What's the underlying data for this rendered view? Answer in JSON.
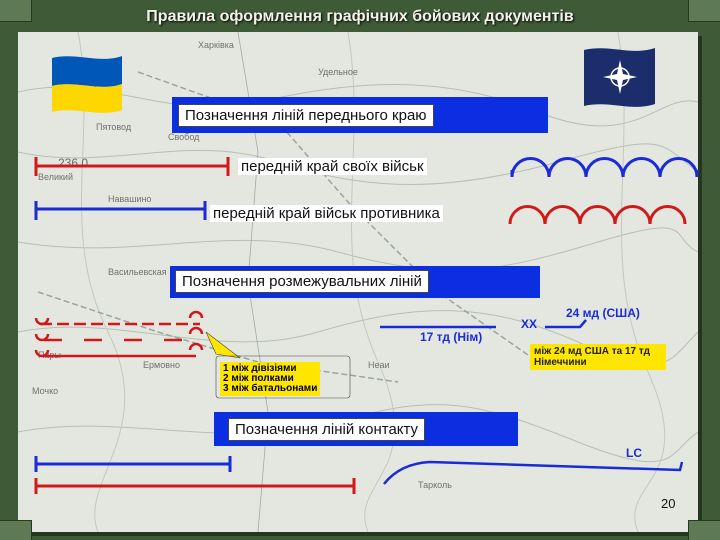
{
  "slide": {
    "title": "Правила оформлення графічних бойових документів",
    "page_number": "20"
  },
  "map": {
    "place_labels": [
      "Харківка",
      "Удельное",
      "Пятовод",
      "Свобод",
      "Великий",
      "Навашино",
      "Васильевская",
      "Пары",
      "Ермовно",
      "Мочко",
      "Неаи",
      "Тарколь"
    ],
    "height_mark": "236.0"
  },
  "sections": {
    "front_edge": {
      "header": "Позначення  ліній переднього краю",
      "own": "передній край своїх військ",
      "enemy": "передній край військ противника"
    },
    "boundary": {
      "header": "Позначення  розмежувальних ліній",
      "unit_left": "17 тд (Нім)",
      "echelon": "XX",
      "unit_right": "24 мд (США)",
      "between_note": "між 24 мд США та 17 тд Німеччини",
      "callout_lines": [
        "1 між дівізіями",
        "2 між полками",
        "3 між батальонами"
      ]
    },
    "contact": {
      "header": "Позначення ліній контакту",
      "lc_label": "LC"
    }
  },
  "colors": {
    "own_line": "#1a2bd8",
    "enemy_line": "#d01a1a",
    "header_box": "#0b2ee0",
    "callout": "#ffe600"
  },
  "icons": {
    "left_flag": "ukraine-flag",
    "right_flag": "nato-flag"
  }
}
